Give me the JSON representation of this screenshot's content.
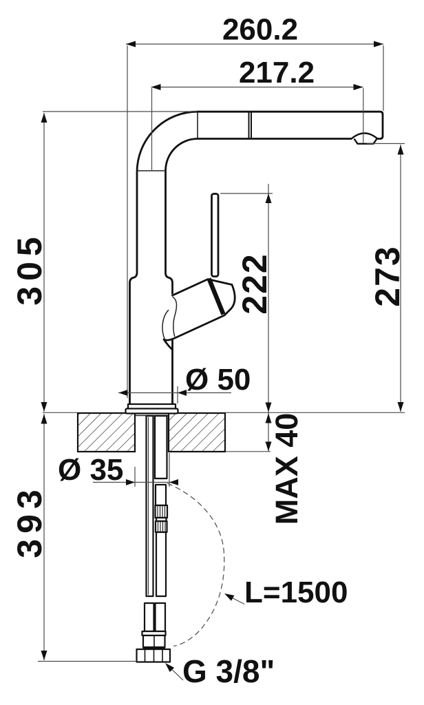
{
  "drawing": {
    "type": "faucet-installation-dimension-drawing",
    "line_color": "#111111",
    "dim_line_color": "#4a4a4a",
    "background": "#ffffff",
    "dims": {
      "overall_projection": "260.2",
      "spout_reach": "217.2",
      "height_above_deck": "305",
      "outlet_height": "273",
      "lever_top_height": "222",
      "base_diameter": "Ø 50",
      "hole_diameter": "Ø 35",
      "max_counter_thickness": "MAX 40",
      "below_deck_length": "393",
      "hose_length": "L=1500",
      "thread_size": "G 3/8\""
    }
  }
}
